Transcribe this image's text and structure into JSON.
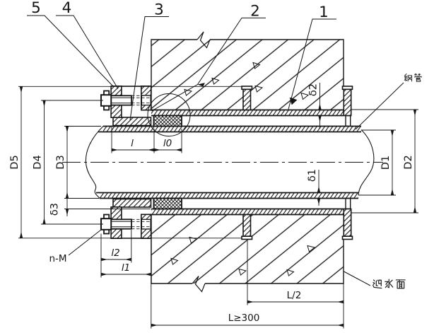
{
  "drawing": {
    "type": "engineering-section-drawing",
    "subject": "waterproof pipe sleeve through concrete wall",
    "line_color": "#161616",
    "background": "#ffffff"
  },
  "callouts": {
    "item5": "5",
    "item4": "4",
    "item3": "3",
    "item2": "2",
    "item1": "1"
  },
  "annotations": {
    "steel_pipe": "钢管",
    "water_face": "迎水面",
    "bolt_spec": "n-M"
  },
  "dimensions": {
    "D5": "D5",
    "D4": "D4",
    "D3": "D3",
    "delta3": "δ3",
    "D1": "D1",
    "D2": "D2",
    "delta1": "δ1",
    "delta2": "δ2",
    "l": "l",
    "l0": "l0",
    "l2": "l2",
    "l1": "l1",
    "half_length": "L/2",
    "total_length": "L≥300"
  }
}
